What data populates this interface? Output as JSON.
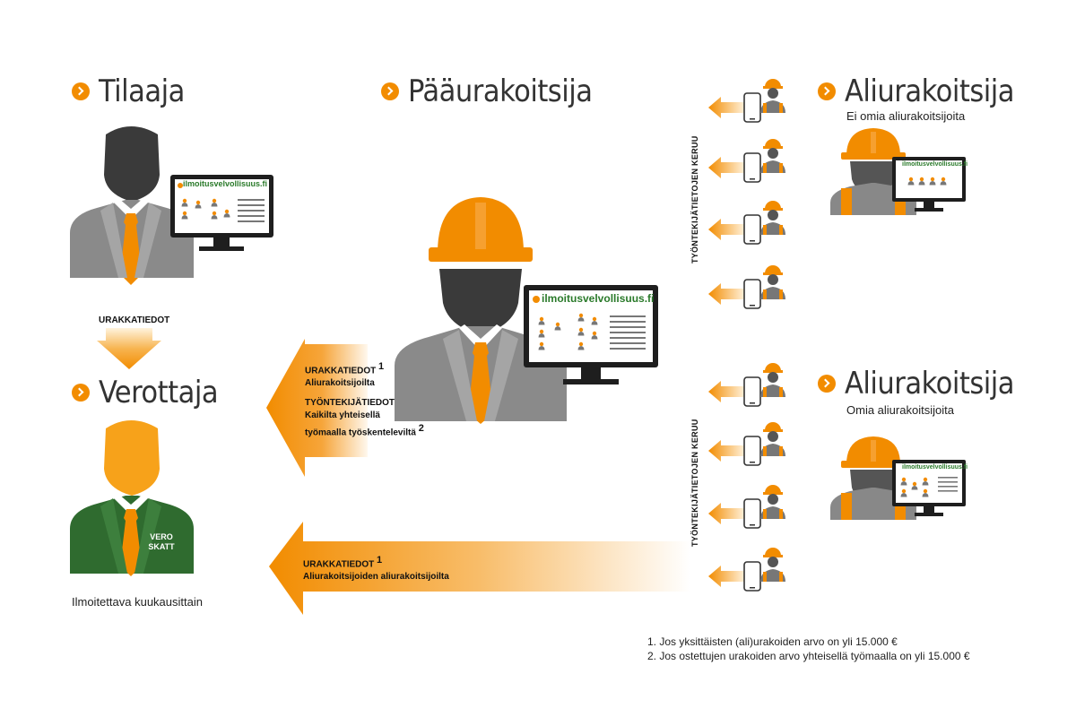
{
  "headings": {
    "tilaaja": "Tilaaja",
    "paaurakoitsija": "Pääurakoitsija",
    "verottaja": "Verottaja",
    "aliurakoitsija_1": "Aliurakoitsija",
    "aliurakoitsija_2": "Aliurakoitsija"
  },
  "subtitles": {
    "aliurakoitsija_1": "Ei omia aliurakoitsijoita",
    "aliurakoitsija_2": "Omia aliurakoitsijoita"
  },
  "monitor_site": "ilmoitusvelvollisuus.fi",
  "vero_logo": "VERO SKATT",
  "arrows": {
    "tilaaja_to_verottaja": "URAKKATIEDOT",
    "top_left": {
      "line1": "URAKKATIEDOT",
      "sup1": "1",
      "line2": "Aliurakoitsijoilta",
      "line3": "TYÖNTEKIJÄTIEDOT",
      "line4": "Kaikilta yhteisellä",
      "line5": "työmaalla työskenteleviltä",
      "sup2": "2"
    },
    "bottom": {
      "line1": "URAKKATIEDOT",
      "sup1": "1",
      "line2": "Aliurakoitsijoiden aliurakoitsijoilta"
    }
  },
  "vertical_labels": {
    "top": "TYÖNTEKIJÄTIETOJEN KERUU",
    "bottom": "TYÖNTEKIJÄTIETOJEN KERUU"
  },
  "verottaja_note": "Ilmoitettava kuukausittain",
  "footnotes": [
    "1. Jos yksittäisten (ali)urakoiden arvo on yli 15.000 €",
    "2. Jos ostettujen urakoiden arvo yhteisellä työmaalla on yli 15.000 €"
  ],
  "colors": {
    "accent": "#f28c00",
    "gray_figure": "#8a8a8a",
    "dark_gray": "#3a3a3a",
    "vero_green": "#2f6b2f"
  }
}
